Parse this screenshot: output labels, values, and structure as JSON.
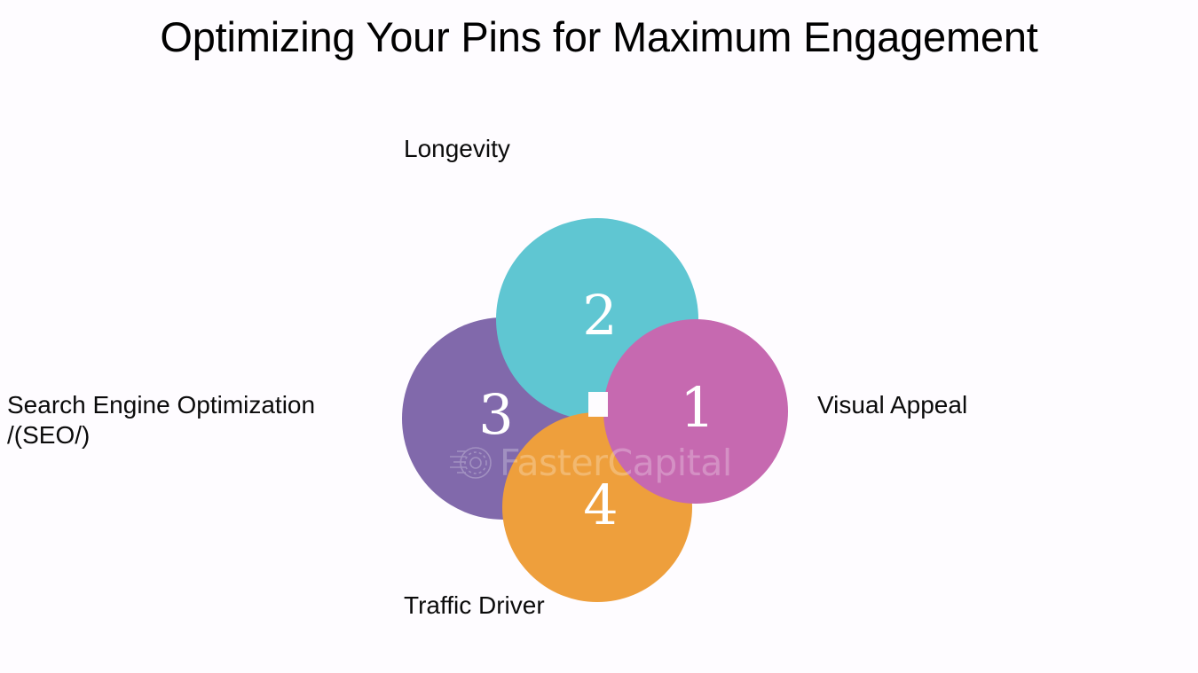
{
  "slide": {
    "title": "Optimizing Your Pins for Maximum Engagement",
    "background_color": "#fefcff",
    "title_color": "#010101"
  },
  "watermark": {
    "text": "FasterCapital",
    "logo_icon": "fastercapital-logo-icon"
  },
  "chart_data": {
    "type": "pie",
    "title": "Optimizing Your Pins for Maximum Engagement",
    "xlabel": "",
    "ylabel": "",
    "legend_position": "around-petals",
    "grid": false,
    "categories": [
      "Visual Appeal",
      "Longevity",
      "Search Engine Optimization /(SEO/)",
      "Traffic Driver"
    ],
    "values": [
      1,
      2,
      3,
      4
    ],
    "segments": [
      {
        "number": "1",
        "label": "Visual Appeal",
        "color": "#c669b0",
        "position": "right",
        "label_position": "right"
      },
      {
        "number": "2",
        "label": "Longevity",
        "color": "#5fc6d2",
        "position": "top",
        "label_position": "top-left"
      },
      {
        "number": "3",
        "label": "Search Engine Optimization\n/(SEO/)",
        "color": "#8169ab",
        "position": "left",
        "label_position": "left"
      },
      {
        "number": "4",
        "label": "Traffic Driver",
        "color": "#ee9f3c",
        "position": "bottom",
        "label_position": "bottom-left"
      }
    ]
  }
}
